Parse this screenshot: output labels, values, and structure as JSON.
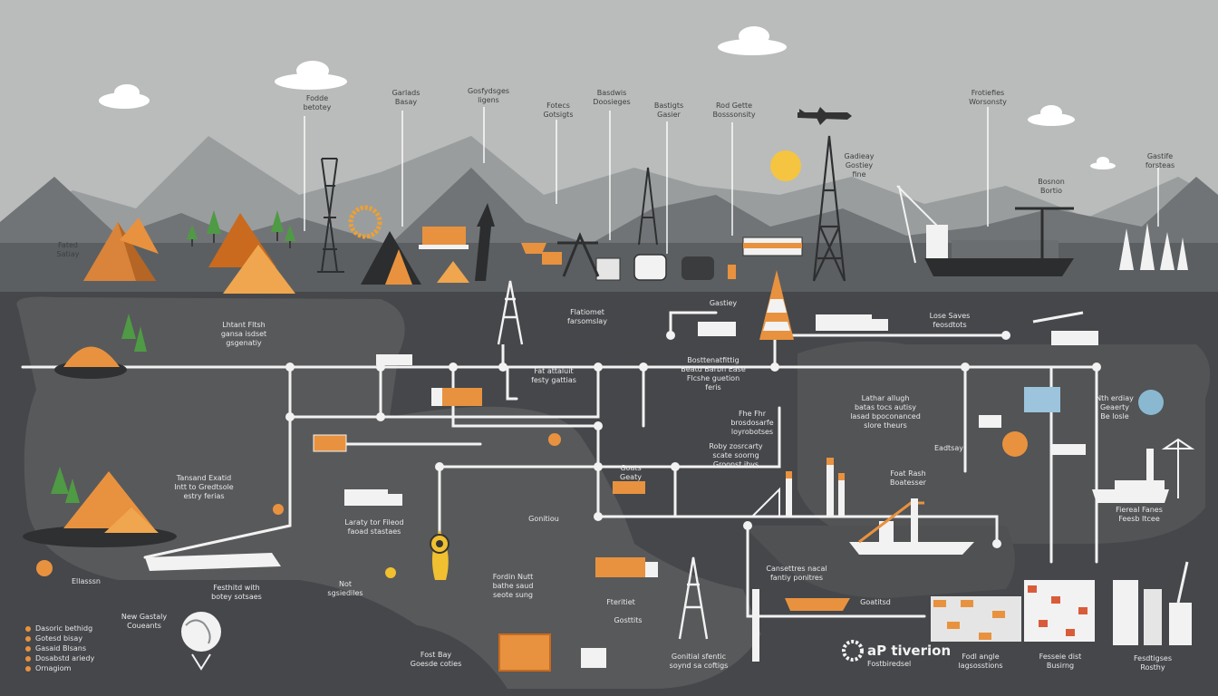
{
  "colors": {
    "sky": "#b9bcbb",
    "mountain_far": "#8f9394",
    "mountain_mid": "#6b6e70",
    "ground": "#4a4c4e",
    "network_bg": "#414345",
    "panel": "#57595b",
    "line": "#f2f2f2",
    "orange": "#e8923f",
    "orange_dark": "#c96a1e",
    "dark": "#2b2d2e",
    "sun": "#f5c542"
  },
  "top_labels": [
    "Fodde\nbetotey",
    "Garlads\nBasay",
    "Gosfydsges\nligens",
    "Fotecs\nGotsigts",
    "Basdwis\nDoosieges",
    "Bastigts\nGasier",
    "Rod Gette\nBosssonsity",
    "Frotiefies\nWorsonsty",
    "Gadieay\nGostiey\nfine",
    "Bosnon\nBortio",
    "Gastife\nforsteas",
    "Fated\nSatiay"
  ],
  "network_labels": [
    "Lhtant Fltsh\ngansa isdset\ngsgenatiy",
    "Flatiomet\nfarsomslay",
    "Gastiey",
    "Lose Saves\nfeosdtots",
    "Fat attaluit\nfesty gattias",
    "Bosttenatfittig\nBeatd Barbn Ease\nFlcshe guetion\nferis",
    "Fhe Fhr\nbrosdosarfe\nloyrobotses",
    "Lathar allugh\nbatas tocs autisy\nlasad bpoconanced\nslore theurs",
    "Nth erdiay\nGeaerty\nBe losle",
    "Tansand Exatid\nIntt to Gredtsole\nestry ferias",
    "Roby zosrcarty\nscate soorng\nGroonst ibys",
    "Goats\nGeaty",
    "Foat Rash\nBoatesser",
    "Laraty tor Fileod\nfaoad stastaes",
    "Festhitd with\nbotey sotsaes",
    "Not\nsgsiediles",
    "Fordin Nutt\nbathe saud\nseote sung",
    "Cansettres nacal\nfantiy ponitres",
    "Gonitiou",
    "Fteritiet",
    "Gosttits",
    "Goatitsd",
    "Gonitial sfentic\nsoynd sa coftigs",
    "Fodl angle\nlagsosstions",
    "Fesseie dist\nBusirng",
    "Fesdtigses\nRosthy",
    "Fost Bay\nGoesde coties",
    "Ellasssn",
    "New Gastaly\nCoueants",
    "Fiereal Fanes\nFeesb Itcee",
    "Eadtsay"
  ],
  "legend": [
    "Dasoric bethidg",
    "Gotesd bisay",
    "Gasaid Blsans",
    "Dosabstd ariedy",
    "Ornagiom"
  ],
  "brand": {
    "name": "aP tiverion",
    "sub": "Fostbiredsel"
  }
}
